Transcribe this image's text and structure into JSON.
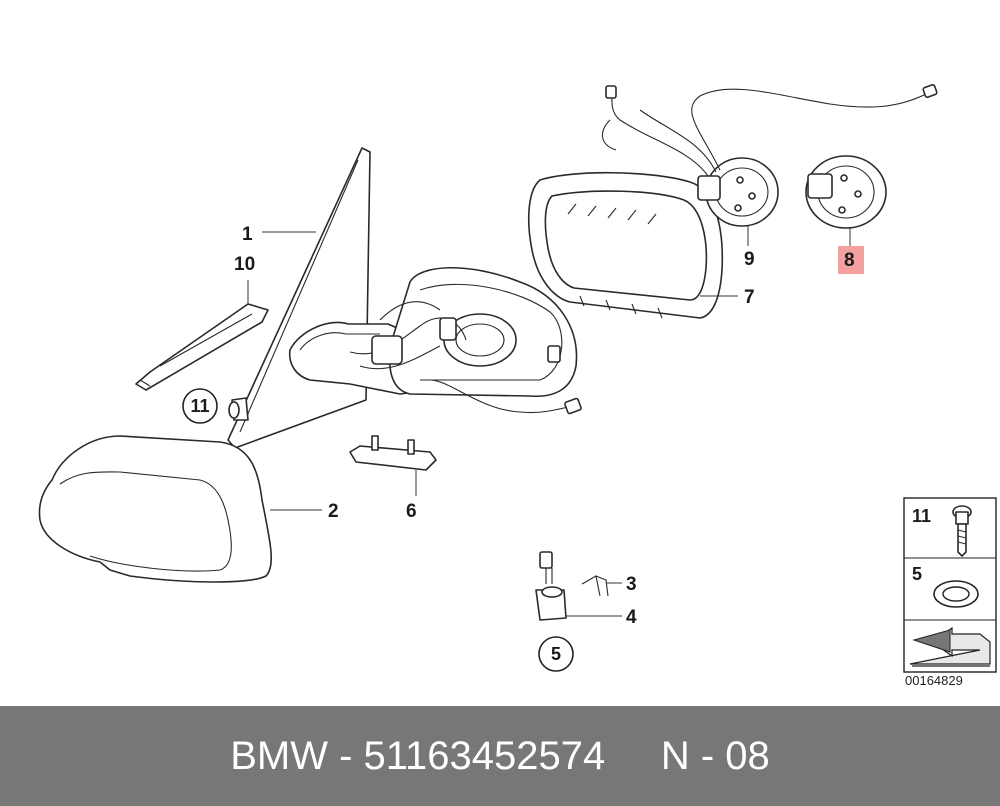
{
  "diagram": {
    "callouts": [
      {
        "id": "1",
        "label": "1"
      },
      {
        "id": "10",
        "label": "10"
      },
      {
        "id": "11",
        "label": "11"
      },
      {
        "id": "2",
        "label": "2"
      },
      {
        "id": "6",
        "label": "6"
      },
      {
        "id": "7",
        "label": "7"
      },
      {
        "id": "9",
        "label": "9"
      },
      {
        "id": "8",
        "label": "8",
        "highlighted": true
      },
      {
        "id": "3",
        "label": "3"
      },
      {
        "id": "4",
        "label": "4"
      },
      {
        "id": "5",
        "label": "5"
      }
    ],
    "highlight_color": "#f2a0a0",
    "legend": {
      "items": [
        {
          "label": "11"
        },
        {
          "label": "5"
        }
      ]
    },
    "diagram_id": "00164829"
  },
  "footer": {
    "brand": "BMW",
    "separator1": " - ",
    "part_number": "51163452574",
    "gap": "     ",
    "position_label": "N - 08",
    "background": "#777777",
    "text_color": "#ffffff"
  }
}
